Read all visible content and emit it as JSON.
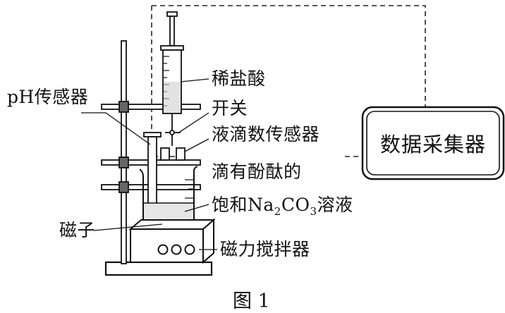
{
  "labels": {
    "hydrochloric_acid": "稀盐酸",
    "ph_sensor": "pH传感器",
    "switch": "开关",
    "drop_counter": "液滴数传感器",
    "data_collector": "数据采集器",
    "solution_line1": "滴有酚酞的",
    "solution_line2_prefix": "饱和Na",
    "sub_2": "2",
    "solution_mid": "CO",
    "sub_3": "3",
    "solution_suffix": "溶液",
    "stir_bar": "磁子",
    "magnetic_stirrer": "磁力搅拌器"
  },
  "caption": "图 1"
}
